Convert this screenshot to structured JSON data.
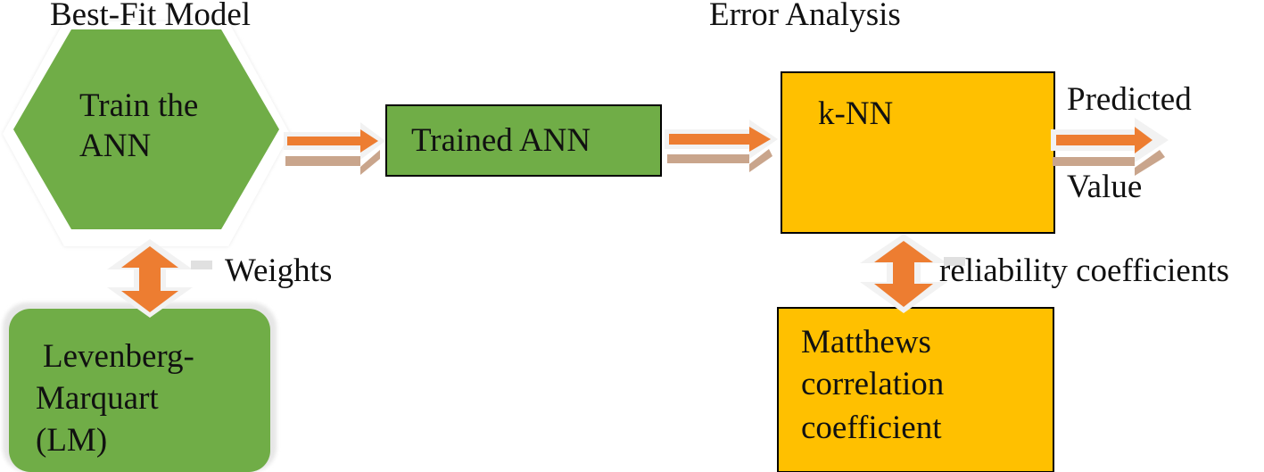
{
  "headings": {
    "best_fit": "Best-Fit Model",
    "error_analysis": "Error Analysis"
  },
  "nodes": {
    "train": {
      "line1": "Train the",
      "line2": "ANN"
    },
    "trained": {
      "label": "Trained ANN"
    },
    "knn": {
      "label": "k-NN"
    },
    "lm": {
      "line1": "Levenberg-",
      "line2": "Marquart",
      "line3": "(LM)"
    },
    "mcc": {
      "line1": "Matthews",
      "line2": "correlation",
      "line3": "coefficient"
    }
  },
  "edge_labels": {
    "weights": "Weights",
    "reliability": "reliability coefficients",
    "predicted": "Predicted",
    "value": "Value"
  },
  "colors": {
    "green": "#70ad47",
    "amber": "#ffc000",
    "arrow": "#ed7d31",
    "arrow_shadow": "#c9a58c"
  }
}
